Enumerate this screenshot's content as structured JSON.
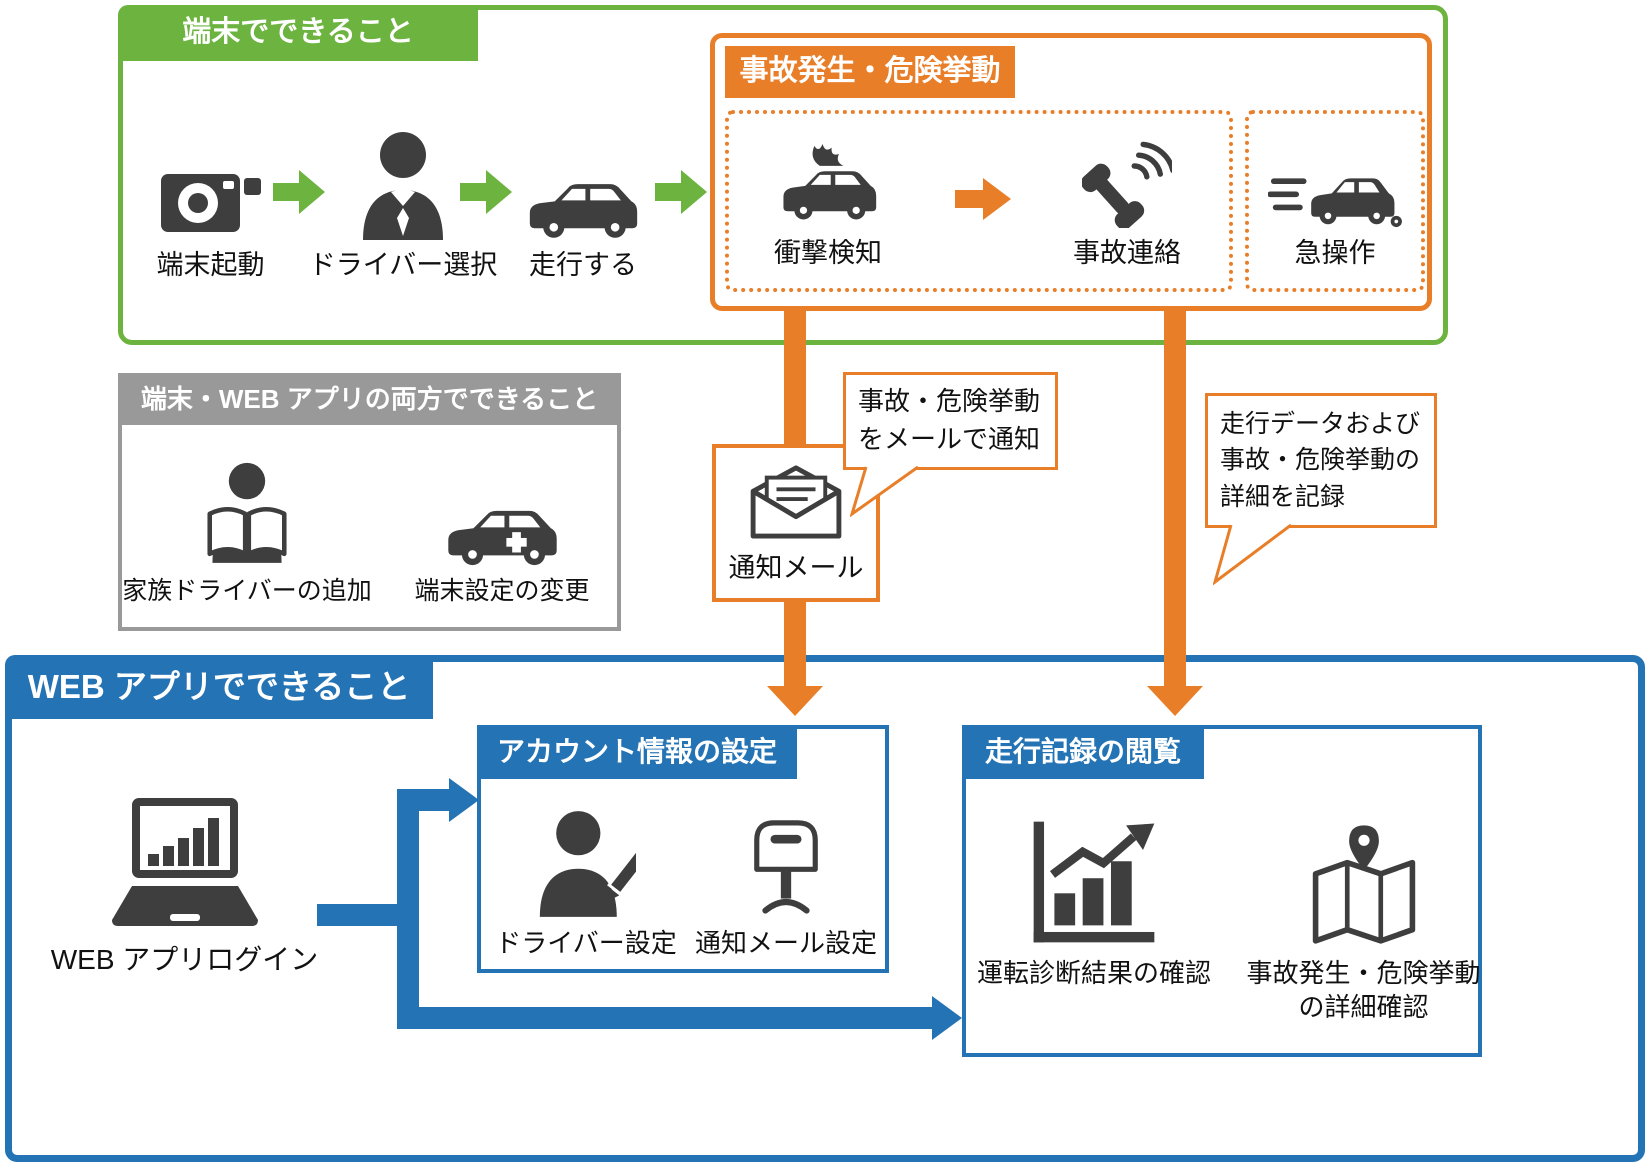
{
  "colors": {
    "green": "#6DB33F",
    "orange": "#E97E28",
    "blue": "#2473B5",
    "gray": "#999999",
    "ink": "#3E3E3E",
    "text": "#111111"
  },
  "device_section": {
    "label": "端末でできること",
    "steps": [
      {
        "icon": "camera-icon",
        "label": "端末起動"
      },
      {
        "icon": "driver-icon",
        "label": "ドライバー選択"
      },
      {
        "icon": "car-icon",
        "label": "走行する"
      }
    ],
    "accident_box": {
      "label": "事故発生・危険挙動",
      "impact": {
        "icon": "burning-car-icon",
        "label": "衝撃検知"
      },
      "contact": {
        "icon": "phone-call-icon",
        "label": "事故連絡"
      },
      "sudden": {
        "icon": "speeding-car-icon",
        "label": "急操作"
      }
    }
  },
  "both_section": {
    "label": "端末・WEB アプリの両方でできること",
    "items": [
      {
        "icon": "reading-person-icon",
        "label": "家族ドライバーの追加"
      },
      {
        "icon": "car-plus-icon",
        "label": "端末設定の変更"
      }
    ]
  },
  "mail": {
    "icon": "open-mail-icon",
    "label": "通知メール",
    "bubble_notify": "事故・危険挙動\nをメールで通知",
    "bubble_record": "走行データおよび\n事故・危険挙動の\n詳細を記録"
  },
  "web_section": {
    "label": "WEB アプリでできること",
    "login": {
      "icon": "laptop-icon",
      "label": "WEB アプリログイン"
    },
    "account_box": {
      "label": "アカウント情報の設定",
      "items": [
        {
          "icon": "driver-edit-icon",
          "label": "ドライバー設定"
        },
        {
          "icon": "mailbox-icon",
          "label": "通知メール設定"
        }
      ]
    },
    "record_box": {
      "label": "走行記録の閲覧",
      "items": [
        {
          "icon": "chart-up-icon",
          "label": "運転診断結果の確認"
        },
        {
          "icon": "map-pin-icon",
          "label": "事故発生・危険挙動\nの詳細確認"
        }
      ]
    }
  }
}
